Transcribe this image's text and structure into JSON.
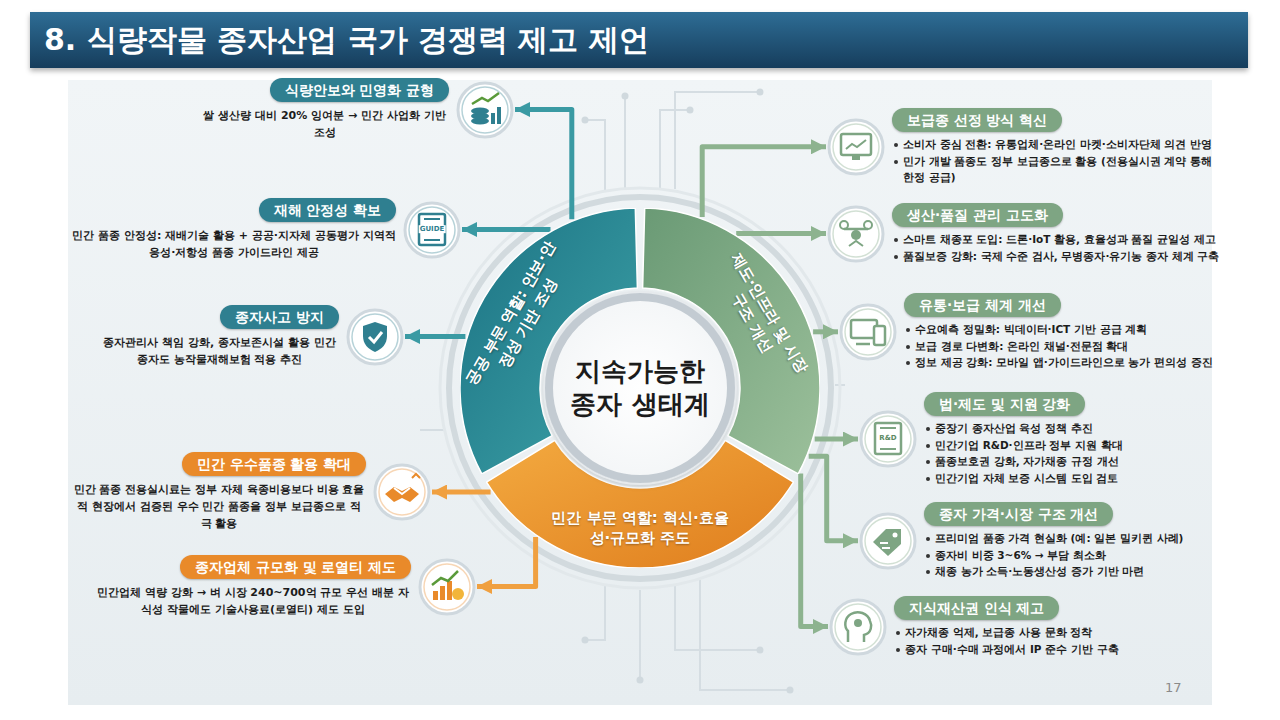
{
  "diagram": {
    "title": "8. 식량작물 종자산업 국가 경쟁력 제고 제언",
    "nodes": [
      {
        "text": [
          "공공 부문 역할: 안보·안정성 기반 조성"
        ]
      },
      {
        "text": [
          "제도·인프라 및 시장 구조 개선"
        ]
      },
      {
        "text": [
          "민간 부문 역할: 혁신·효율성·규모화 주도"
        ]
      },
      {
        "text": [
          "지속가능한 종자 생태계"
        ]
      },
      {
        "text": [
          "식량안보와 민영화 균형",
          "쌀 생산량 대비 20% 잉여분 → 민간 사업화 기반 조성"
        ]
      },
      {
        "text": [
          "재해 안정성 확보",
          "민간 품종 안정성: 재배기술 활용 + 공공·지자체 공동평가 지역적응성·저항성 품종 가이드라인 제공"
        ]
      },
      {
        "text": [
          "종자사고 방지",
          "종자관리사 책임 강화, 종자보존시설 활용 민간 종자도 농작물재해보험 적용 추진"
        ]
      },
      {
        "text": [
          "민간 우수품종 활용 확대",
          "민간 품종 전용실시료는 정부 자체 육종비용보다 비용 효율적 현장에서 검증된 우수 민간 품종을 정부 보급종으로 적극 활용"
        ]
      },
      {
        "text": [
          "종자업체 규모화 및 로열티 제도",
          "민간업체 역량 강화 → 벼 시장 240~700억 규모 우선 배분 자식성 작물에도 기술사용료(로열티) 제도 도입"
        ]
      },
      {
        "text": [
          "보급종 선정 방식 혁신",
          "소비자 중심 전환: 유통업체·온라인 마켓·소비자단체 의견 반영",
          "민가 개발 품종도 정부 보급종으로 활용 (전용실시권 계약 통해 한정 공급)"
        ]
      },
      {
        "text": [
          "생산·품질 관리 고도화",
          "스마트 채종포 도입: 드론·IoT 활용, 효율성과 품질 균일성 제고",
          "품질보증 강화: 국제 수준 검사, 무병종자·유기농 종자 체계 구축"
        ]
      },
      {
        "text": [
          "유통·보급 체계 개선",
          "수요예측 정밀화: 빅데이터·ICT 기반 공급 계획",
          "보급 경로 다변화: 온라인 채널·전문점 확대",
          "정보 제공 강화: 모바일 앱·가이드라인으로 농가 편의성 증진"
        ]
      },
      {
        "text": [
          "법·제도 및 지원 강화",
          "중장기 종자산업 육성 정책 추진",
          "민간기업 R&D·인프라 정부 지원 확대",
          "품종보호권 강화, 자가채종 규정 개선",
          "민간기업 자체 보증 시스템 도입 검토"
        ]
      },
      {
        "text": [
          "종자 가격·시장 구조 개선",
          "프리미엄 품종 가격 현실화 (예: 일본 밀키퀸 사례)",
          "종자비 비중 3~6% → 부담 최소화",
          "채종 농가 소득·노동생산성 증가 기반 마련"
        ]
      },
      {
        "text": [
          "지식재산권 인식 제고",
          "자가채종 억제, 보급종 사용 문화 정착",
          "종자 구매·수매 과정에서 IP 준수 기반 구축"
        ]
      }
    ],
    "edges": [
      {
        "from": 0,
        "to": 4,
        "arrow": "to"
      },
      {
        "from": 0,
        "to": 5,
        "arrow": "to"
      },
      {
        "from": 0,
        "to": 6,
        "arrow": "to"
      },
      {
        "from": 2,
        "to": 7,
        "arrow": "to"
      },
      {
        "from": 2,
        "to": 8,
        "arrow": "to"
      },
      {
        "from": 1,
        "to": 9,
        "arrow": "to"
      },
      {
        "from": 1,
        "to": 10,
        "arrow": "to"
      },
      {
        "from": 1,
        "to": 11,
        "arrow": "to"
      },
      {
        "from": 1,
        "to": 12,
        "arrow": "to"
      },
      {
        "from": 1,
        "to": 13,
        "arrow": "to"
      },
      {
        "from": 1,
        "to": 14,
        "arrow": "to"
      }
    ],
    "labels": [
      "17",
      "GUIDE",
      "R&D"
    ]
  }
}
